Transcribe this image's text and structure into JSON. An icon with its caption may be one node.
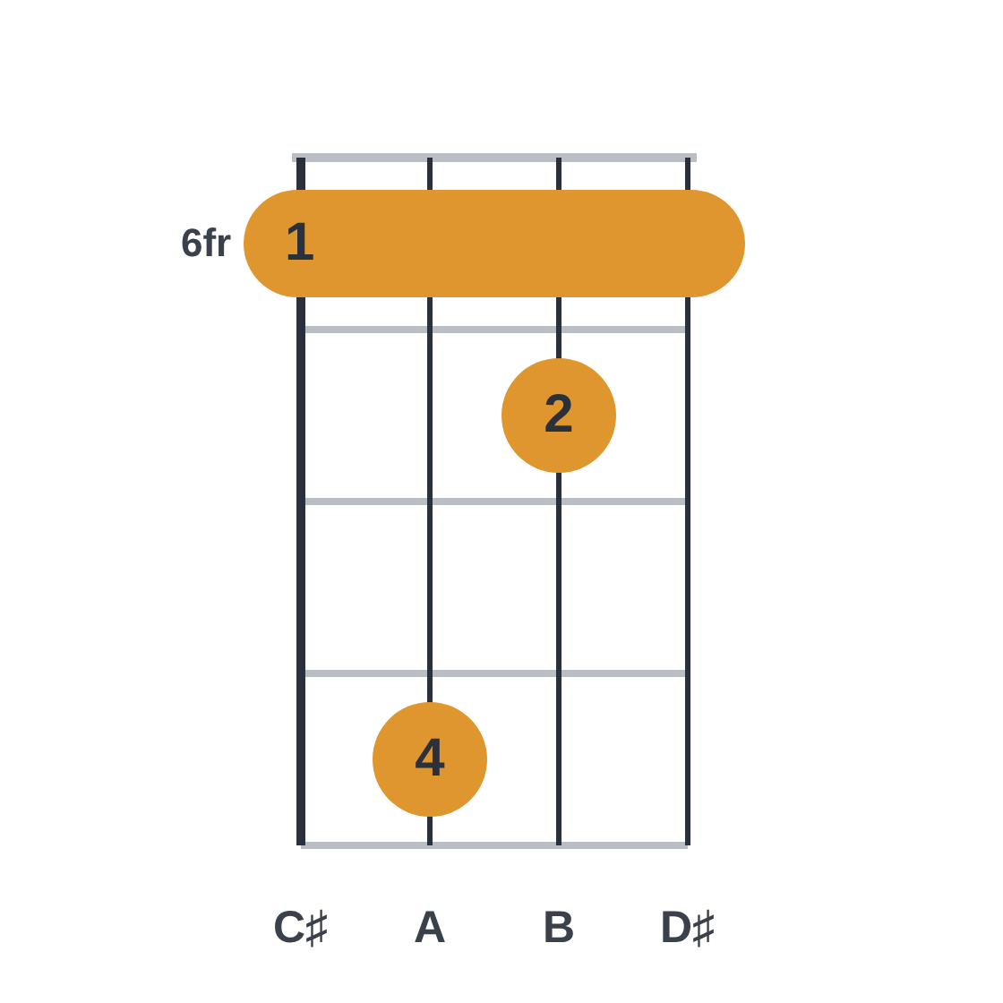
{
  "diagram": {
    "nodes": [
      {
        "text": [
          "1"
        ]
      },
      {
        "text": [
          "2"
        ]
      },
      {
        "text": [
          "4"
        ]
      }
    ],
    "labels": [
      "6fr",
      "C♯",
      "A",
      "B",
      "D♯"
    ]
  }
}
